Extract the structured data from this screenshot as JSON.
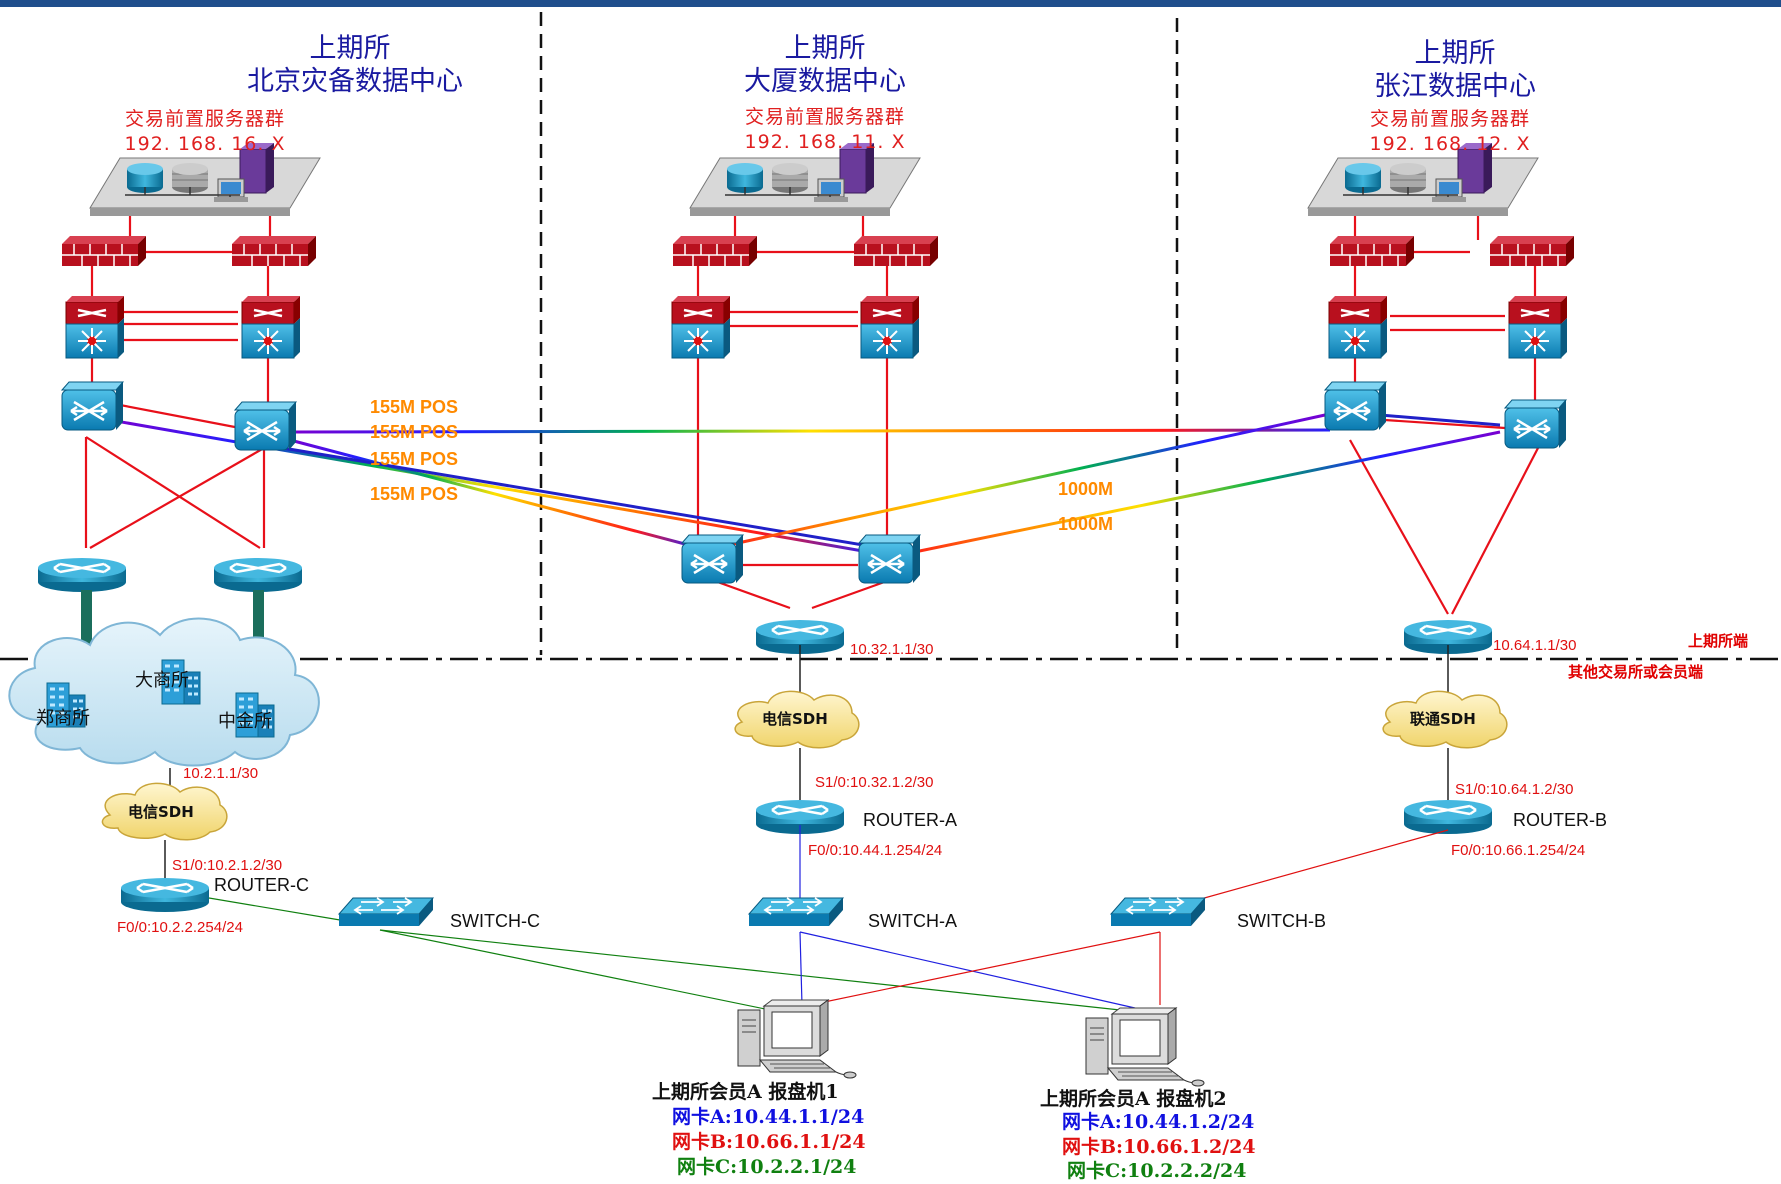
{
  "centers": [
    {
      "line1": "上期所",
      "line2": "北京灾备数据中心",
      "cluster": "交易前置服务器群",
      "subnet": "192. 168. 16. X"
    },
    {
      "line1": "上期所",
      "line2": "大厦数据中心",
      "cluster": "交易前置服务器群",
      "subnet": "192. 168. 11. X"
    },
    {
      "line1": "上期所",
      "line2": "张江数据中心",
      "cluster": "交易前置服务器群",
      "subnet": "192. 168. 12. X"
    }
  ],
  "links": {
    "pos": [
      "155M POS",
      "155M POS",
      "155M POS",
      "155M POS"
    ],
    "gig": [
      "1000M",
      "1000M"
    ]
  },
  "boundary": {
    "upper": "上期所端",
    "lower": "其他交易所或会员端"
  },
  "cloud": {
    "left": "郑商所",
    "mid": "大商所",
    "right": "中金所"
  },
  "left_branch": {
    "cloud_ip": "10.2.1.1/30",
    "sdh": "电信SDH",
    "s_ip": "S1/0:10.2.1.2/30",
    "router": "ROUTER-C",
    "f_ip": "F0/0:10.2.2.254/24",
    "switch": "SWITCH-C"
  },
  "mid_branch": {
    "edge_ip": "10.32.1.1/30",
    "sdh": "电信SDH",
    "s_ip": "S1/0:10.32.1.2/30",
    "router": "ROUTER-A",
    "f_ip": "F0/0:10.44.1.254/24",
    "switch": "SWITCH-A"
  },
  "right_branch": {
    "edge_ip": "10.64.1.1/30",
    "sdh": "联通SDH",
    "s_ip": "S1/0:10.64.1.2/30",
    "router": "ROUTER-B",
    "f_ip": "F0/0:10.66.1.254/24",
    "switch": "SWITCH-B"
  },
  "pcs": [
    {
      "name": "上期所会员A 报盘机1",
      "nic_a": "网卡A:10.44.1.1/24",
      "nic_b": "网卡B:10.66.1.1/24",
      "nic_c": "网卡C:10.2.2.1/24"
    },
    {
      "name": "上期所会员A 报盘机2",
      "nic_a": "网卡A:10.44.1.2/24",
      "nic_b": "网卡B:10.66.1.2/24",
      "nic_c": "网卡C:10.2.2.2/24"
    }
  ],
  "colors": {
    "nic_a": "#1010e0",
    "nic_b": "#e01010",
    "nic_c": "#108010",
    "link_red": "#e8101a",
    "top_bar": "#1f4e8c"
  },
  "icons": [
    "server-rack-icon",
    "firewall-icon",
    "multilayer-switch-icon",
    "atm-switch-icon",
    "router-icon",
    "workgroup-switch-icon",
    "cloud-icon",
    "workstation-icon",
    "building-icon"
  ]
}
